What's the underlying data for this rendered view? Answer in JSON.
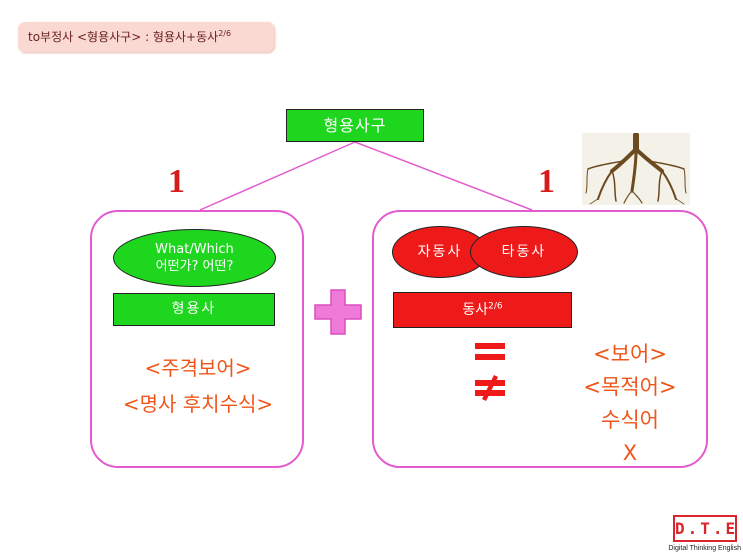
{
  "title_tab": {
    "text": "to부정사 <형용사구> : 형용사+동사",
    "superscript": "2/6"
  },
  "root": {
    "label": "형용사구"
  },
  "branch_left": {
    "weight": "1"
  },
  "branch_right": {
    "weight": "1"
  },
  "left_panel": {
    "ellipse_line1": "What/Which",
    "ellipse_line2": "어떤가? 어떤?",
    "bar_label": "형용사",
    "roles": [
      "<주격보어>",
      "<명사 후치수식>"
    ]
  },
  "right_panel": {
    "intransitive_label": "자동사",
    "transitive_label": "타동사",
    "bar_label": "동사",
    "bar_superscript": "2/6",
    "equal_sign": "=",
    "not_equal_sign": "≠",
    "roles": [
      "<보어>",
      "<목적어>",
      "수식어",
      "X"
    ]
  },
  "plus_sign": "+",
  "logo": {
    "text": "D.T.E",
    "caption": "Digital Thinking English"
  },
  "colors": {
    "green": "#1fd61f",
    "red": "#ee1a1a",
    "pink": "#e25ccf",
    "orange": "#f0561a"
  }
}
